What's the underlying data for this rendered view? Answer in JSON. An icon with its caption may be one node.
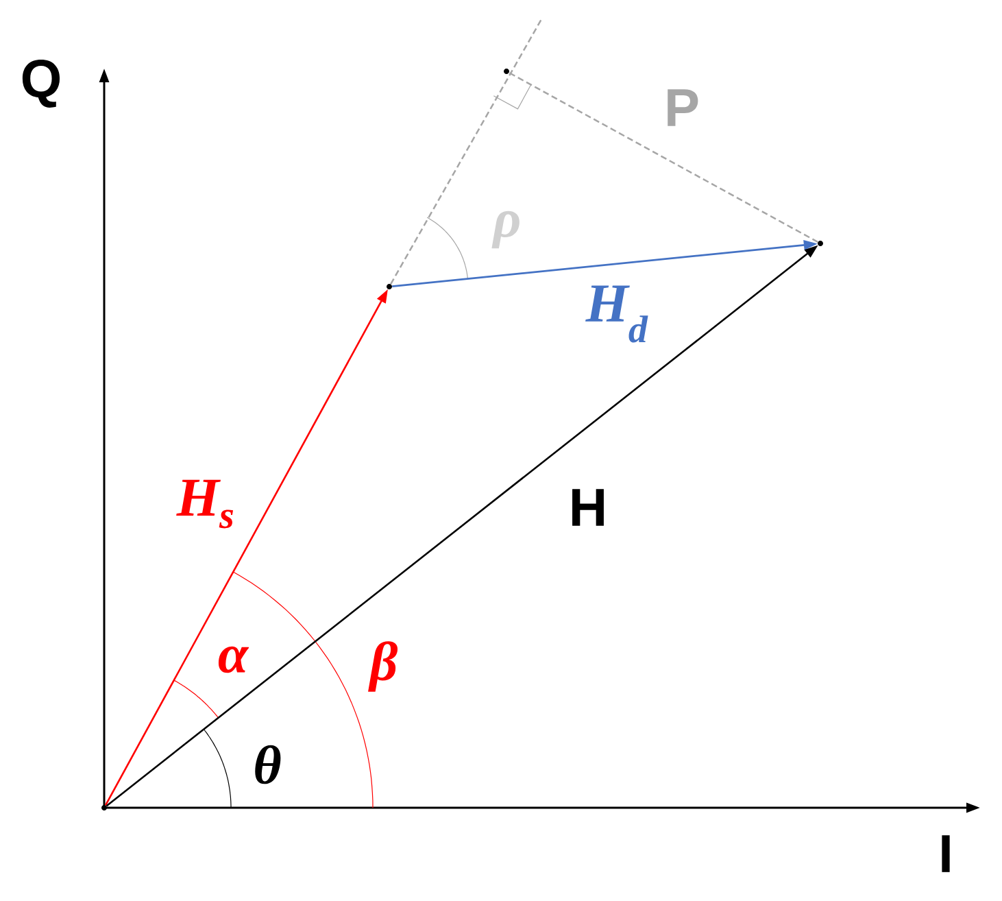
{
  "diagram": {
    "nodes": [
      {
        "text": [],
        "shape": "point"
      },
      {
        "text": [],
        "shape": "point"
      },
      {
        "text": [],
        "shape": "point"
      },
      {
        "text": [],
        "shape": "point"
      }
    ],
    "edges": [
      {
        "from": 0,
        "to": 1,
        "arrow": "to",
        "label": "H$_{s}$",
        "color": "#ff0000"
      },
      {
        "from": 1,
        "to": 2,
        "arrow": "to",
        "label": "H$_{d}$",
        "color": "#4472c4"
      },
      {
        "from": 0,
        "to": 2,
        "arrow": "to",
        "label": "H",
        "color": "#000000"
      },
      {
        "from": 1,
        "to": null,
        "arrow": "none",
        "style": "dashed",
        "color": "#a6a6a6"
      },
      {
        "from": 2,
        "to": 3,
        "arrow": "none",
        "label": "P",
        "style": "dashed",
        "color": "#a6a6a6"
      }
    ],
    "labels": [
      "Q",
      "I",
      "ρ",
      "α",
      "β",
      "θ"
    ]
  }
}
